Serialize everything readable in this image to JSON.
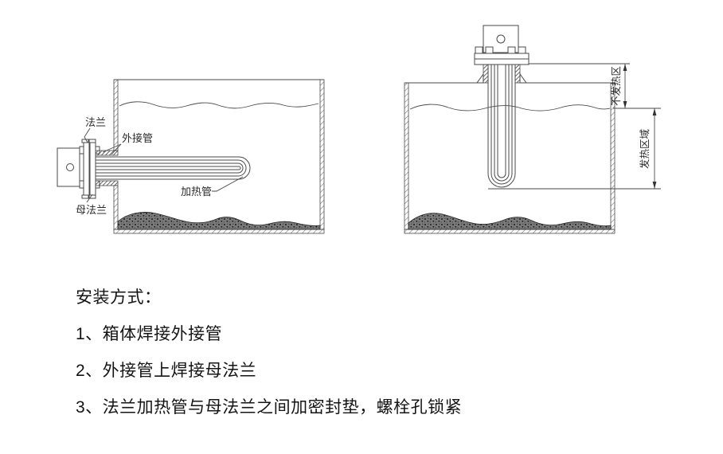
{
  "diagram_left": {
    "labels": {
      "flange": "法兰",
      "outer_pipe": "外接管",
      "heating_tube": "加热管",
      "female_flange": "母法兰"
    }
  },
  "diagram_right": {
    "labels": {
      "non_heating_zone": "不发热区",
      "heating_zone": "发热区域"
    }
  },
  "instructions": {
    "title": "安装方式：",
    "items": [
      "1、箱体焊接外接管",
      "2、外接管上焊接母法兰",
      "3、法兰加热管与母法兰之间加密封垫，螺栓孔锁紧"
    ]
  },
  "colors": {
    "line": "#4a4a4a",
    "text": "#141414",
    "sludge": "#7a7a7a",
    "background": "#ffffff"
  }
}
